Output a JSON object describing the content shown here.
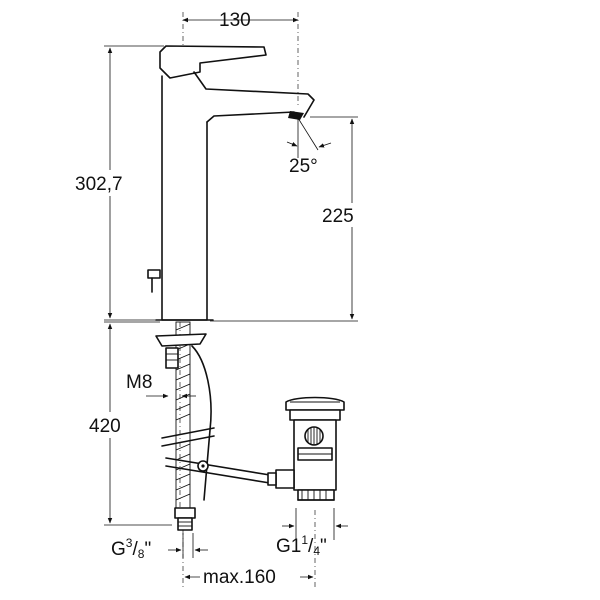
{
  "dimensions": {
    "top_width": "130",
    "total_height": "302,7",
    "spout_height": "225",
    "spout_angle": "25°",
    "hose_length": "420",
    "thread_stud": "M8",
    "hose_connection_main": "G",
    "hose_connection_sup": "3",
    "hose_connection_sub": "8",
    "hose_connection_end": "\"",
    "waste_thread_main": "G1",
    "waste_thread_sup": "1",
    "waste_thread_sub": "4",
    "waste_thread_end": "\"",
    "max_distance": "max.160"
  }
}
